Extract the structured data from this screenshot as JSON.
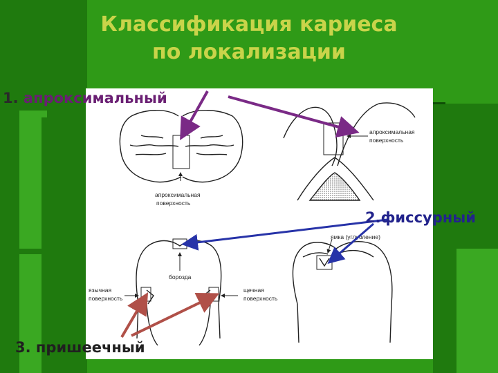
{
  "slide": {
    "title_line1": "Классификация кариеса",
    "title_line2": "по локализации",
    "background_color": "#2f9a17",
    "title_color": "#c9d44a"
  },
  "callouts": {
    "approximal": {
      "number": "1.",
      "text": "апроксимальный",
      "color": "#7a2a86"
    },
    "fissure": {
      "text": "2.фиссурный",
      "color": "#2733a8"
    },
    "cervical": {
      "text": "3. пришеечный",
      "color": "#b05048"
    }
  },
  "figure_labels": {
    "approx_surface_a": "апроксимальная",
    "approx_surface_b": "поверхность",
    "approx_surface_right_a": "апроксимальная",
    "approx_surface_right_b": "поверхность",
    "groove": "борозда",
    "pit": "ямка (углубление)",
    "lingual_a": "язычная",
    "lingual_b": "поверхность",
    "buccal_a": "щечная",
    "buccal_b": "поверхность"
  },
  "icons": [
    "arrow-icon"
  ]
}
